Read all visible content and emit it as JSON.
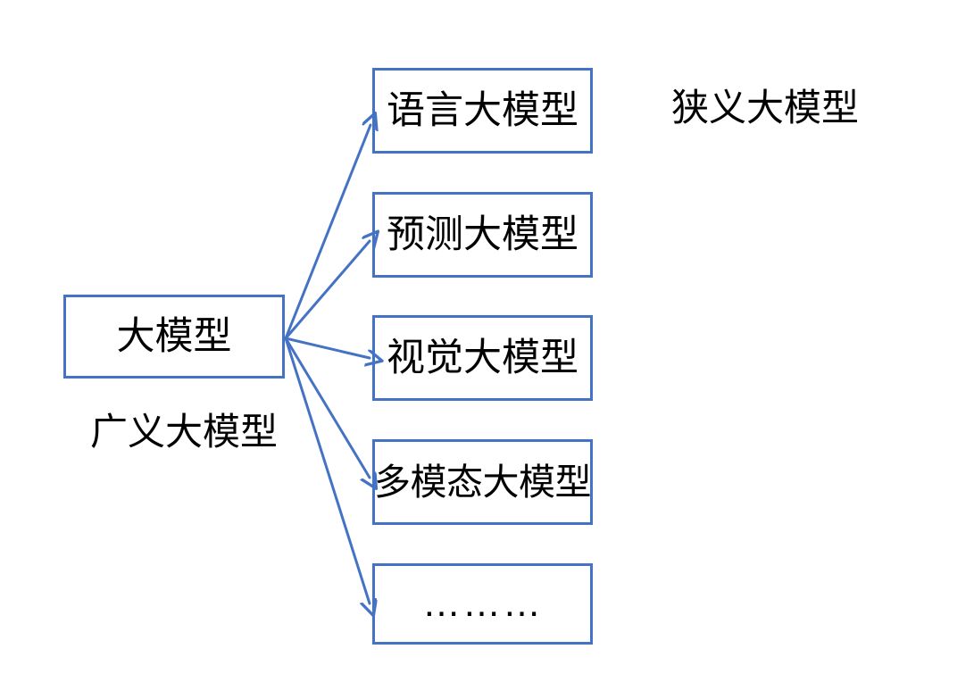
{
  "diagram": {
    "type": "hierarchy-flowchart",
    "accent_color": "#4472C4",
    "text_color": "#000000",
    "background": "#ffffff",
    "root": {
      "label": "大模型",
      "caption": "广义大模型"
    },
    "side_caption": "狭义大模型",
    "children": [
      {
        "label": "语言大模型"
      },
      {
        "label": "预测大模型"
      },
      {
        "label": "视觉大模型"
      },
      {
        "label": "多模态大模型"
      },
      {
        "label": "………"
      }
    ]
  }
}
